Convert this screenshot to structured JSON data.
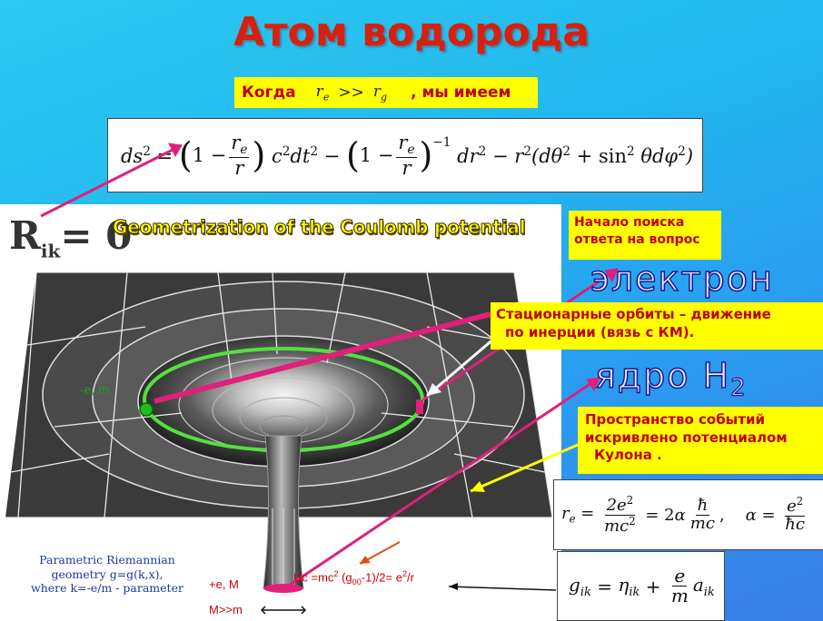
{
  "slide": {
    "title": "Атом водорода",
    "condition": {
      "prefix": "Когда",
      "lhs": "r",
      "lhs_sub": "e",
      "op": ">>",
      "rhs": "r",
      "rhs_sub": "g",
      "suffix": ", мы имеем"
    },
    "rik": {
      "symbol": "R",
      "sub": "ik",
      "rest": "= 0"
    },
    "geometrization_title": "Geometrization of  the Coulomb potential",
    "search_note": {
      "line1": "Начало поиска",
      "line2": "ответа на вопрос"
    },
    "electron_word": "электрон",
    "orbits_note": {
      "line1": "Стационарные орбиты – движение",
      "line2": "по инерции (вязь с КМ)."
    },
    "nucleus_word": "ядро H",
    "nucleus_sub": "2",
    "spacetime_note": {
      "line1": "Пространство событий",
      "line2": "искривлено потенциалом",
      "line3": "Кулона ."
    },
    "minus_e_m": "-e, m",
    "plus_e_M": "+e, M",
    "M_gg_m": "M>>m",
    "coulomb_energy": {
      "a": "Uc  =mc",
      "b": "2",
      "c": " (g",
      "d": "00",
      "e": "-1)/2=   e",
      "f": "2",
      "g": "/r"
    },
    "riemann_note": {
      "line1": "Parametric Riemannian",
      "line2": "geometry  g=g(k,x),",
      "line3": "where k=-e/m - parameter"
    }
  },
  "colors": {
    "title": "#d8200f",
    "note_text": "#c0000a",
    "note_bg": "#ffff00",
    "orbit": "#55e040",
    "arrow": "#e0207a",
    "geom_title": "#ffff00",
    "outline_fill": "#e8e8f0",
    "outline_stroke": "#1a1a90"
  }
}
